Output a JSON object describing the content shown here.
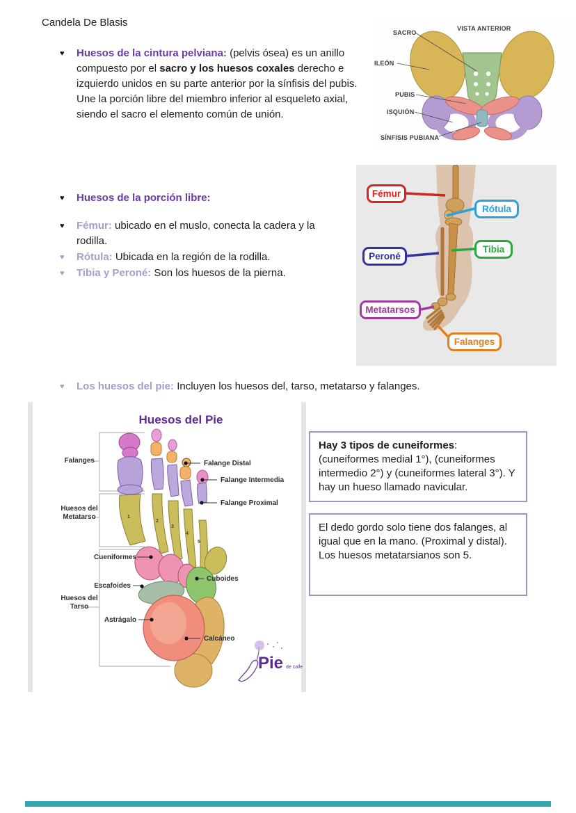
{
  "author": "Candela De Blasis",
  "pelvis_section": {
    "bullet": "♥",
    "heading": "Huesos de la cintura pelviana:",
    "body_1": " (pelvis ósea) es un anillo compuesto por el ",
    "body_bold": "sacro y los huesos coxales",
    "body_2": " derecho e izquierdo unidos en su parte anterior por la sínfisis del pubis. Une la porción libre del miembro inferior al esqueleto axial, siendo el sacro el elemento común de unión."
  },
  "pelvis_diagram": {
    "view_label": "VISTA ANTERIOR",
    "labels": [
      "SACRO",
      "ILEÓN",
      "PUBIS",
      "ISQUIÓN",
      "SÍNFISIS PUBIANA"
    ],
    "colors": {
      "ileon": "#d8b657",
      "sacro": "#a3c48c",
      "pubis": "#ea9289",
      "isquion": "#b49cd2",
      "sinfisis": "#92b7c3"
    }
  },
  "porcion_libre": {
    "bullet": "♥",
    "heading": "Huesos de la porción libre:",
    "items": [
      {
        "bullet": "♥",
        "term": "Fémur:",
        "desc": " ubicado en el muslo, conecta la cadera y la rodilla."
      },
      {
        "bullet": "♥",
        "term": "Rótula:",
        "desc": " Ubicada en la región de la rodilla."
      },
      {
        "bullet": "♥",
        "term": "Tibia y Peroné:",
        "desc": " Son los huesos de la pierna."
      }
    ]
  },
  "leg_diagram": {
    "labels": [
      {
        "text": "Fémur",
        "color": "#d3261c"
      },
      {
        "text": "Rótula",
        "color": "#2da0dc"
      },
      {
        "text": "Peroné",
        "color": "#32329e"
      },
      {
        "text": "Tibia",
        "color": "#2ca840"
      },
      {
        "text": "Metatarsos",
        "color": "#a03ca0"
      },
      {
        "text": "Falanges",
        "color": "#e2801e"
      }
    ]
  },
  "pie_section": {
    "bullet": "♥",
    "term": "Los huesos del pie:",
    "desc": " Incluyen los huesos del, tarso, metatarso y falanges."
  },
  "foot_diagram": {
    "title": "Huesos del Pie",
    "group_labels": [
      "Falanges",
      "Huesos del Metatarso",
      "Huesos del Tarso"
    ],
    "phalanx_labels": [
      "Falange Distal",
      "Falange Intermedia",
      "Falange Proximal"
    ],
    "bone_labels": [
      "Cueniformes",
      "Escafoides",
      "Astrágalo",
      "Cuboides",
      "Calcáneo"
    ],
    "metatarsal_numbers": [
      "1",
      "2",
      "3",
      "4",
      "5"
    ],
    "logo_main": "Pie",
    "logo_sub": "de calle"
  },
  "notes": [
    {
      "lead": "Hay 3 tipos de cuneiformes",
      "rest": ": (cuneiformes medial 1°), (cuneiformes intermedio 2°) y (cuneiformes lateral 3°). Y hay un hueso llamado navicular."
    },
    {
      "lead": "",
      "rest": "El dedo gordo solo tiene dos falanges, al igual que en la mano. (Proximal y distal). Los huesos metatarsianos son 5."
    }
  ],
  "footer_bar_color": "#36a6ae"
}
